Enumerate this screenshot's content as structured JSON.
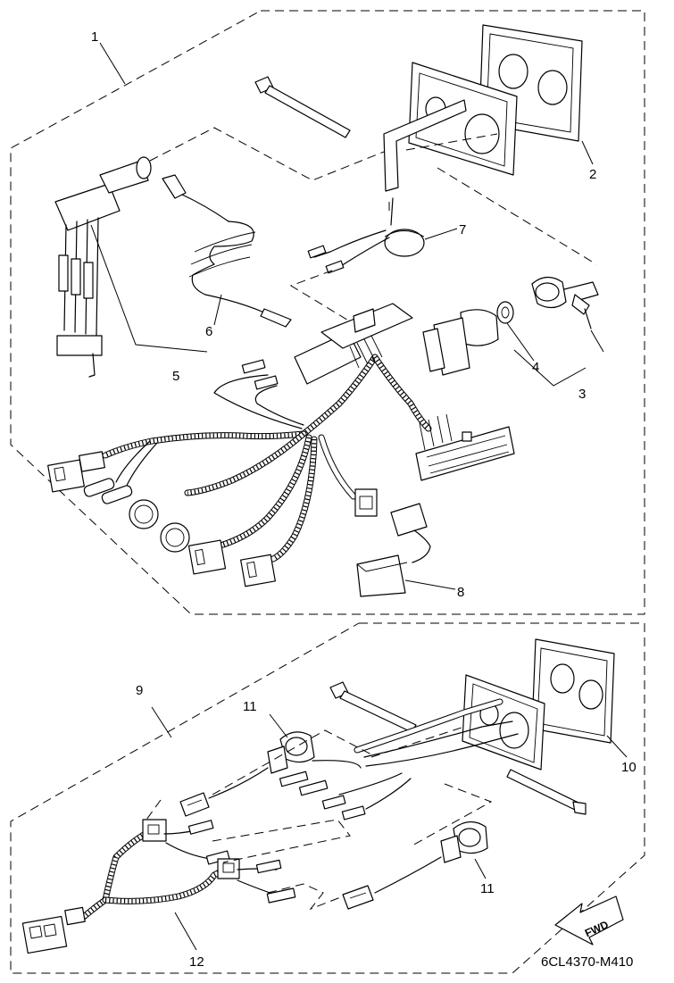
{
  "callouts": {
    "c1": "1",
    "c2": "2",
    "c3": "3",
    "c4": "4",
    "c5": "5",
    "c6": "6",
    "c7": "7",
    "c8": "8",
    "c9": "9",
    "c10": "10",
    "c11a": "11",
    "c11b": "11",
    "c12": "12"
  },
  "fwd_label": "FWD",
  "drawing_code": "6CL4370-M410"
}
